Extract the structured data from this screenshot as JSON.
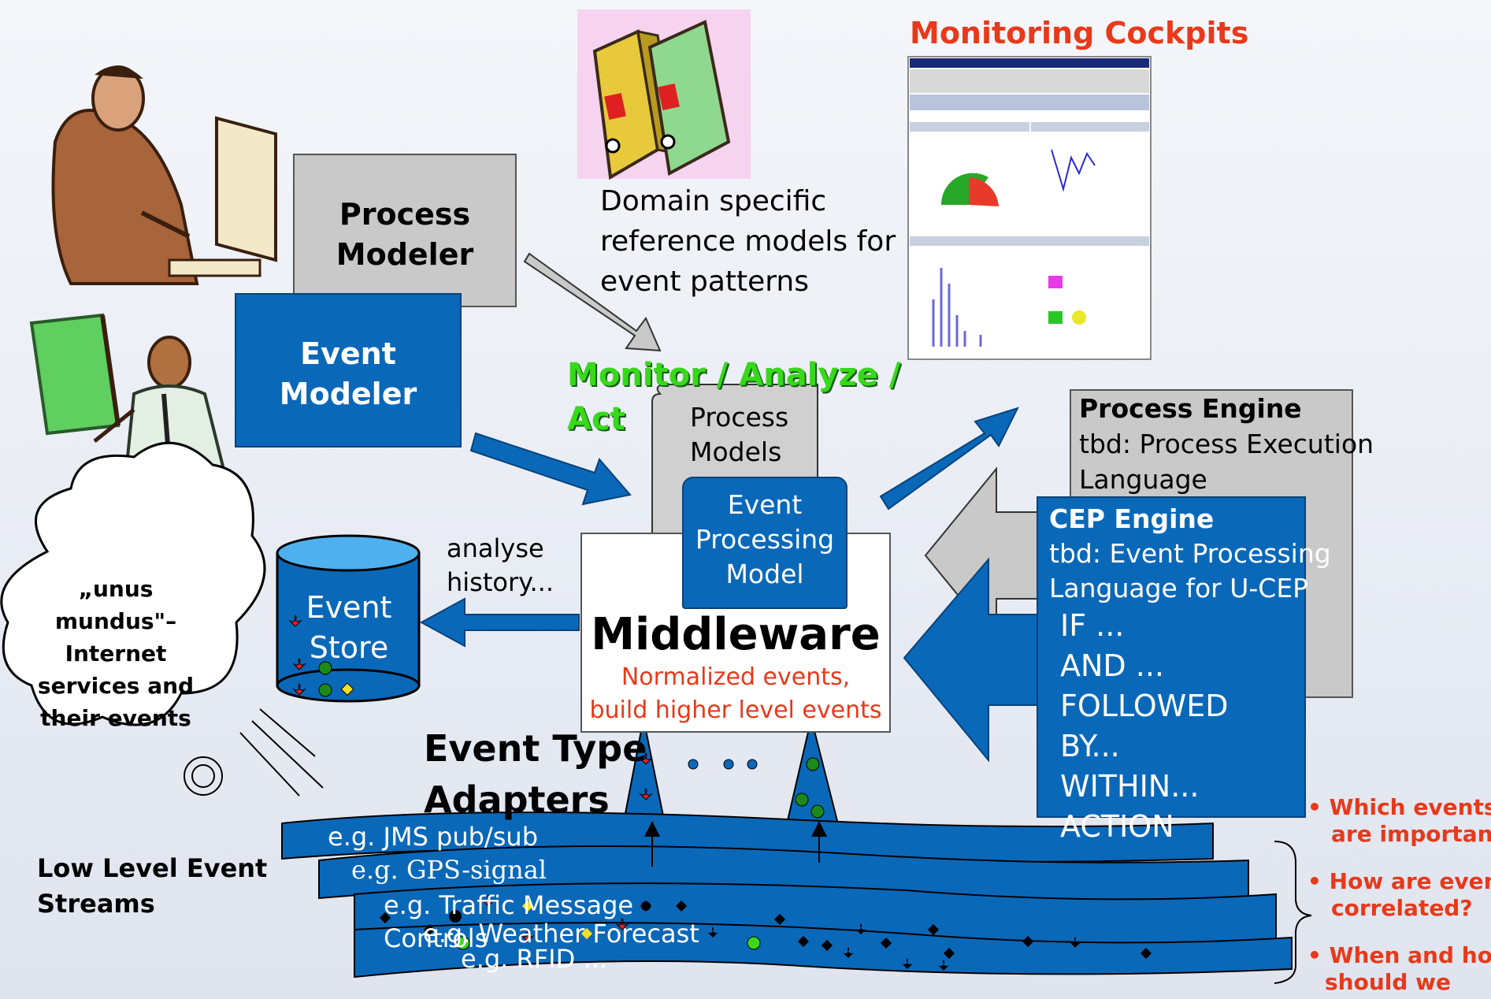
{
  "diagram": {
    "monitoring_cockpits": "Monitoring Cockpits",
    "process_modeler": [
      "Process",
      "Modeler"
    ],
    "event_modeler": [
      "Event",
      "Modeler"
    ],
    "domain_reference": [
      "Domain specific",
      "reference models for",
      "event patterns"
    ],
    "monitor_analyze_act": [
      "Monitor / Analyze /",
      "Act"
    ],
    "process_models": [
      "Process",
      "Models"
    ],
    "event_processing_model": [
      "Event",
      "Processing",
      "Model"
    ],
    "process_engine_title": "Process Engine",
    "process_engine_text": [
      "tbd: Process Execution",
      "Language"
    ],
    "cep_title": "CEP Engine",
    "cep_text": [
      "tbd: Event Processing",
      "Language for U-CEP"
    ],
    "cep_rules": [
      "IF ...",
      "AND ...",
      "FOLLOWED",
      "BY...",
      "WITHIN...",
      "ACTION"
    ],
    "analyse_history": [
      "analyse",
      "history..."
    ],
    "event_store": [
      "Event",
      "Store"
    ],
    "middleware": "Middleware",
    "middleware_sub": [
      "Normalized events,",
      "build higher level events"
    ],
    "cloud_text": [
      "„unus",
      "mundus\"–",
      "Internet",
      "services and",
      "their events"
    ],
    "adapters_title": [
      "Event Type",
      "Adapters"
    ],
    "dots": ". ..",
    "low_level": [
      "Low Level Event",
      "Streams"
    ],
    "streams": [
      "e.g. JMS pub/sub",
      "e.g. GPS-signal",
      "e.g. Traffic Message",
      "Controls",
      "e.g. Weather Forecast",
      "e.g. RFID ..."
    ],
    "questions": [
      "Which events",
      "are important",
      "How are events",
      "correlated?",
      "When and how",
      "should we"
    ],
    "colors": {
      "blue": "#0a68b9",
      "gray": "#c9c9c9",
      "red": "#e8391a",
      "green": "#37d91a"
    }
  }
}
